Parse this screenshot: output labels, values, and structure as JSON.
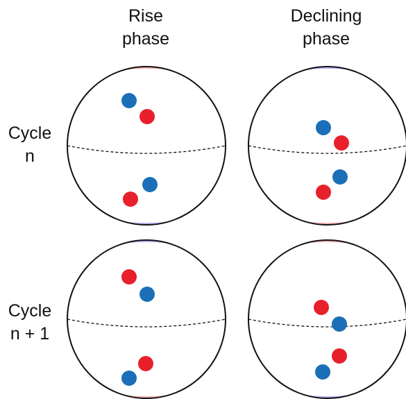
{
  "columns": {
    "rise": [
      "Rise",
      "phase"
    ],
    "declining": [
      "Declining",
      "phase"
    ]
  },
  "rows": {
    "cycle_n": [
      "Cycle",
      "n"
    ],
    "cycle_n1": [
      "Cycle",
      "n + 1"
    ]
  },
  "colors": {
    "red_dot": "#e8202b",
    "blue_dot": "#1b6fb8",
    "red_cap": "#f7b5b8",
    "blue_cap": "#b9b6f2",
    "outline": "#111111"
  },
  "panels": [
    {
      "id": "cycle-n-rise",
      "north_cap": "red",
      "south_cap": "blue"
    },
    {
      "id": "cycle-n-declining",
      "north_cap": "blue",
      "south_cap": "red"
    },
    {
      "id": "cycle-n1-rise",
      "north_cap": "blue",
      "south_cap": "red"
    },
    {
      "id": "cycle-n1-declining",
      "north_cap": "red",
      "south_cap": "blue"
    }
  ]
}
